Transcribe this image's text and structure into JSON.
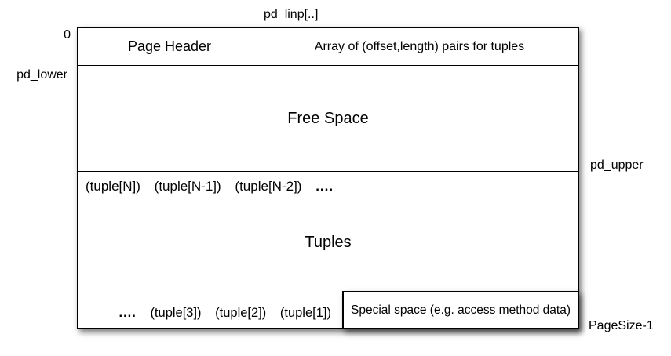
{
  "diagram": {
    "annotations": {
      "pd_linp": "pd_linp[..]",
      "zero": "0",
      "pd_lower": "pd_lower",
      "pd_upper": "pd_upper",
      "pagesize": "PageSize-1"
    },
    "header": {
      "page_header": "Page Header",
      "linp_array": "Array of (offset,length) pairs for tuples"
    },
    "free_space_label": "Free Space",
    "tuples": {
      "label": "Tuples",
      "top_row": [
        "(tuple[N])",
        "(tuple[N-1])",
        "(tuple[N-2])",
        "...."
      ],
      "bottom_row": [
        "....",
        "(tuple[3])",
        "(tuple[2])",
        "(tuple[1])"
      ]
    },
    "special_space_label": "Special space (e.g. access method data)",
    "colors": {
      "line": "#000000",
      "background": "#ffffff",
      "text": "#000000"
    }
  }
}
